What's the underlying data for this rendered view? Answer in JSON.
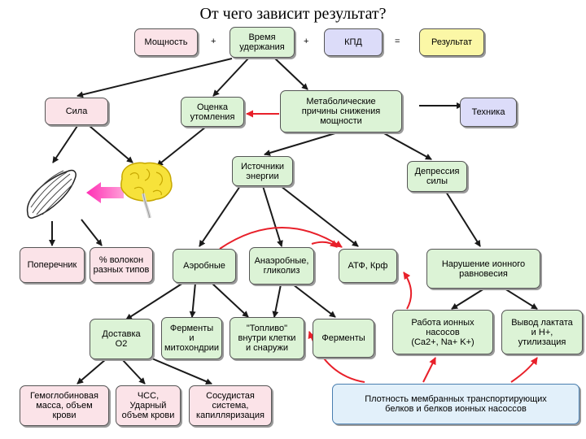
{
  "title": "От чего зависит результат?",
  "formula": {
    "plus1": "+",
    "plus2": "+",
    "equals": "="
  },
  "nodes": {
    "power": "Мощность",
    "retention_time": "Время\nудержания",
    "efficiency": "КПД",
    "result": "Результат",
    "force": "Сила",
    "fatigue_assessment": "Оценка\nутомления",
    "metabolic_causes": "Метаболические\nпричины снижения\nмощности",
    "technique": "Техника",
    "energy_sources": "Источники\nэнергии",
    "force_depression": "Депрессия\nсилы",
    "cross_section": "Поперечник",
    "fiber_types": "% волокон\nразных типов",
    "aerobic": "Аэробные",
    "anaerobic": "Анаэробные,\nгликолиз",
    "atp_cp": "АТФ, Крф",
    "ion_balance": "Нарушение ионного\nравновесия",
    "o2_delivery": "Доставка\nO2",
    "enzymes_mito": "Ферменты\nи\nмитохондрии",
    "fuel": "\"Топливо\"\nвнутри клетки\nи снаружи",
    "enzymes": "Ферменты",
    "ion_pumps": "Работа ионных\nнасосов\n(Ca2+, Na+ K+)",
    "lactate_removal": "Вывод лактата\nи H+,\nутилизация",
    "hemoglobin": "Гемоглобиновая\nмасса, объем\nкрови",
    "hr_stroke": "ЧСС,\nУдарный\nобъем крови",
    "vascular": "Сосудистая\nсистема,\nкапилляризация",
    "membrane_density": "Плотность мембранных  транспортирующих\nбелков и белков ионных насоссов"
  },
  "colors": {
    "pink": "#fbe3e8",
    "green": "#dcf3d6",
    "blue": "#dcdcf9",
    "yellow": "#fbf7a6",
    "light_blue": "#e2f0fa",
    "dark_arrow": "#1a1a1a",
    "red_arrow": "#e8202a"
  },
  "icons": [
    "muscle-icon",
    "brain-icon",
    "magenta-arrow-icon"
  ]
}
